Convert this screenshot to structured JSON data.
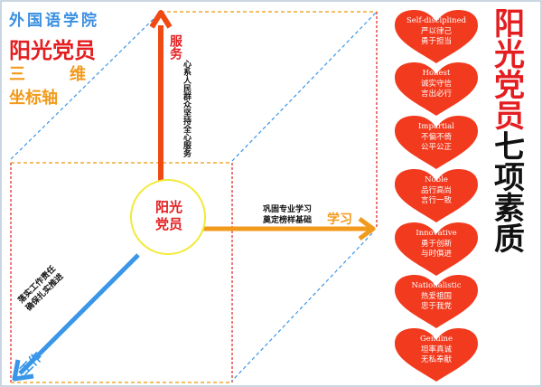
{
  "header": {
    "school": "外国语学院",
    "title": "阳光党员",
    "sub1a": "三",
    "sub1b": "维",
    "sub2": "坐标轴"
  },
  "center": {
    "line1": "阳光",
    "line2": "党员"
  },
  "axes": {
    "service": {
      "label": "服务",
      "desc1": "心系人民群众",
      "desc2": "坚持全心服务",
      "color": "#f04a14"
    },
    "study": {
      "label": "学习",
      "desc1": "巩固专业学习",
      "desc2": "奠定榜样基础",
      "color": "#f29a1c"
    },
    "work": {
      "label": "工作",
      "desc1": "落实工作责任",
      "desc2": "确保扎实推进",
      "color": "#3a96e8"
    }
  },
  "qualities_title": {
    "red": "阳光党员",
    "black": "七项素质"
  },
  "qualities": [
    {
      "en": "Self-disciplined",
      "zh1": "严以律己",
      "zh2": "勇于担当"
    },
    {
      "en": "Honest",
      "zh1": "诚实守信",
      "zh2": "言出必行"
    },
    {
      "en": "Impartial",
      "zh1": "不偏不倚",
      "zh2": "公平公正"
    },
    {
      "en": "Noble",
      "zh1": "品行高尚",
      "zh2": "言行一致"
    },
    {
      "en": "Innovative",
      "zh1": "勇于创新",
      "zh2": "与时俱进"
    },
    {
      "en": "Nationalistic",
      "zh1": "热爱祖国",
      "zh2": "忠于我党"
    },
    {
      "en": "Genuine",
      "zh1": "坦率真诚",
      "zh2": "无私奉献"
    }
  ],
  "colors": {
    "heart": "#f23a1e",
    "red": "#e41e20",
    "frame": "#b9c9d8"
  }
}
